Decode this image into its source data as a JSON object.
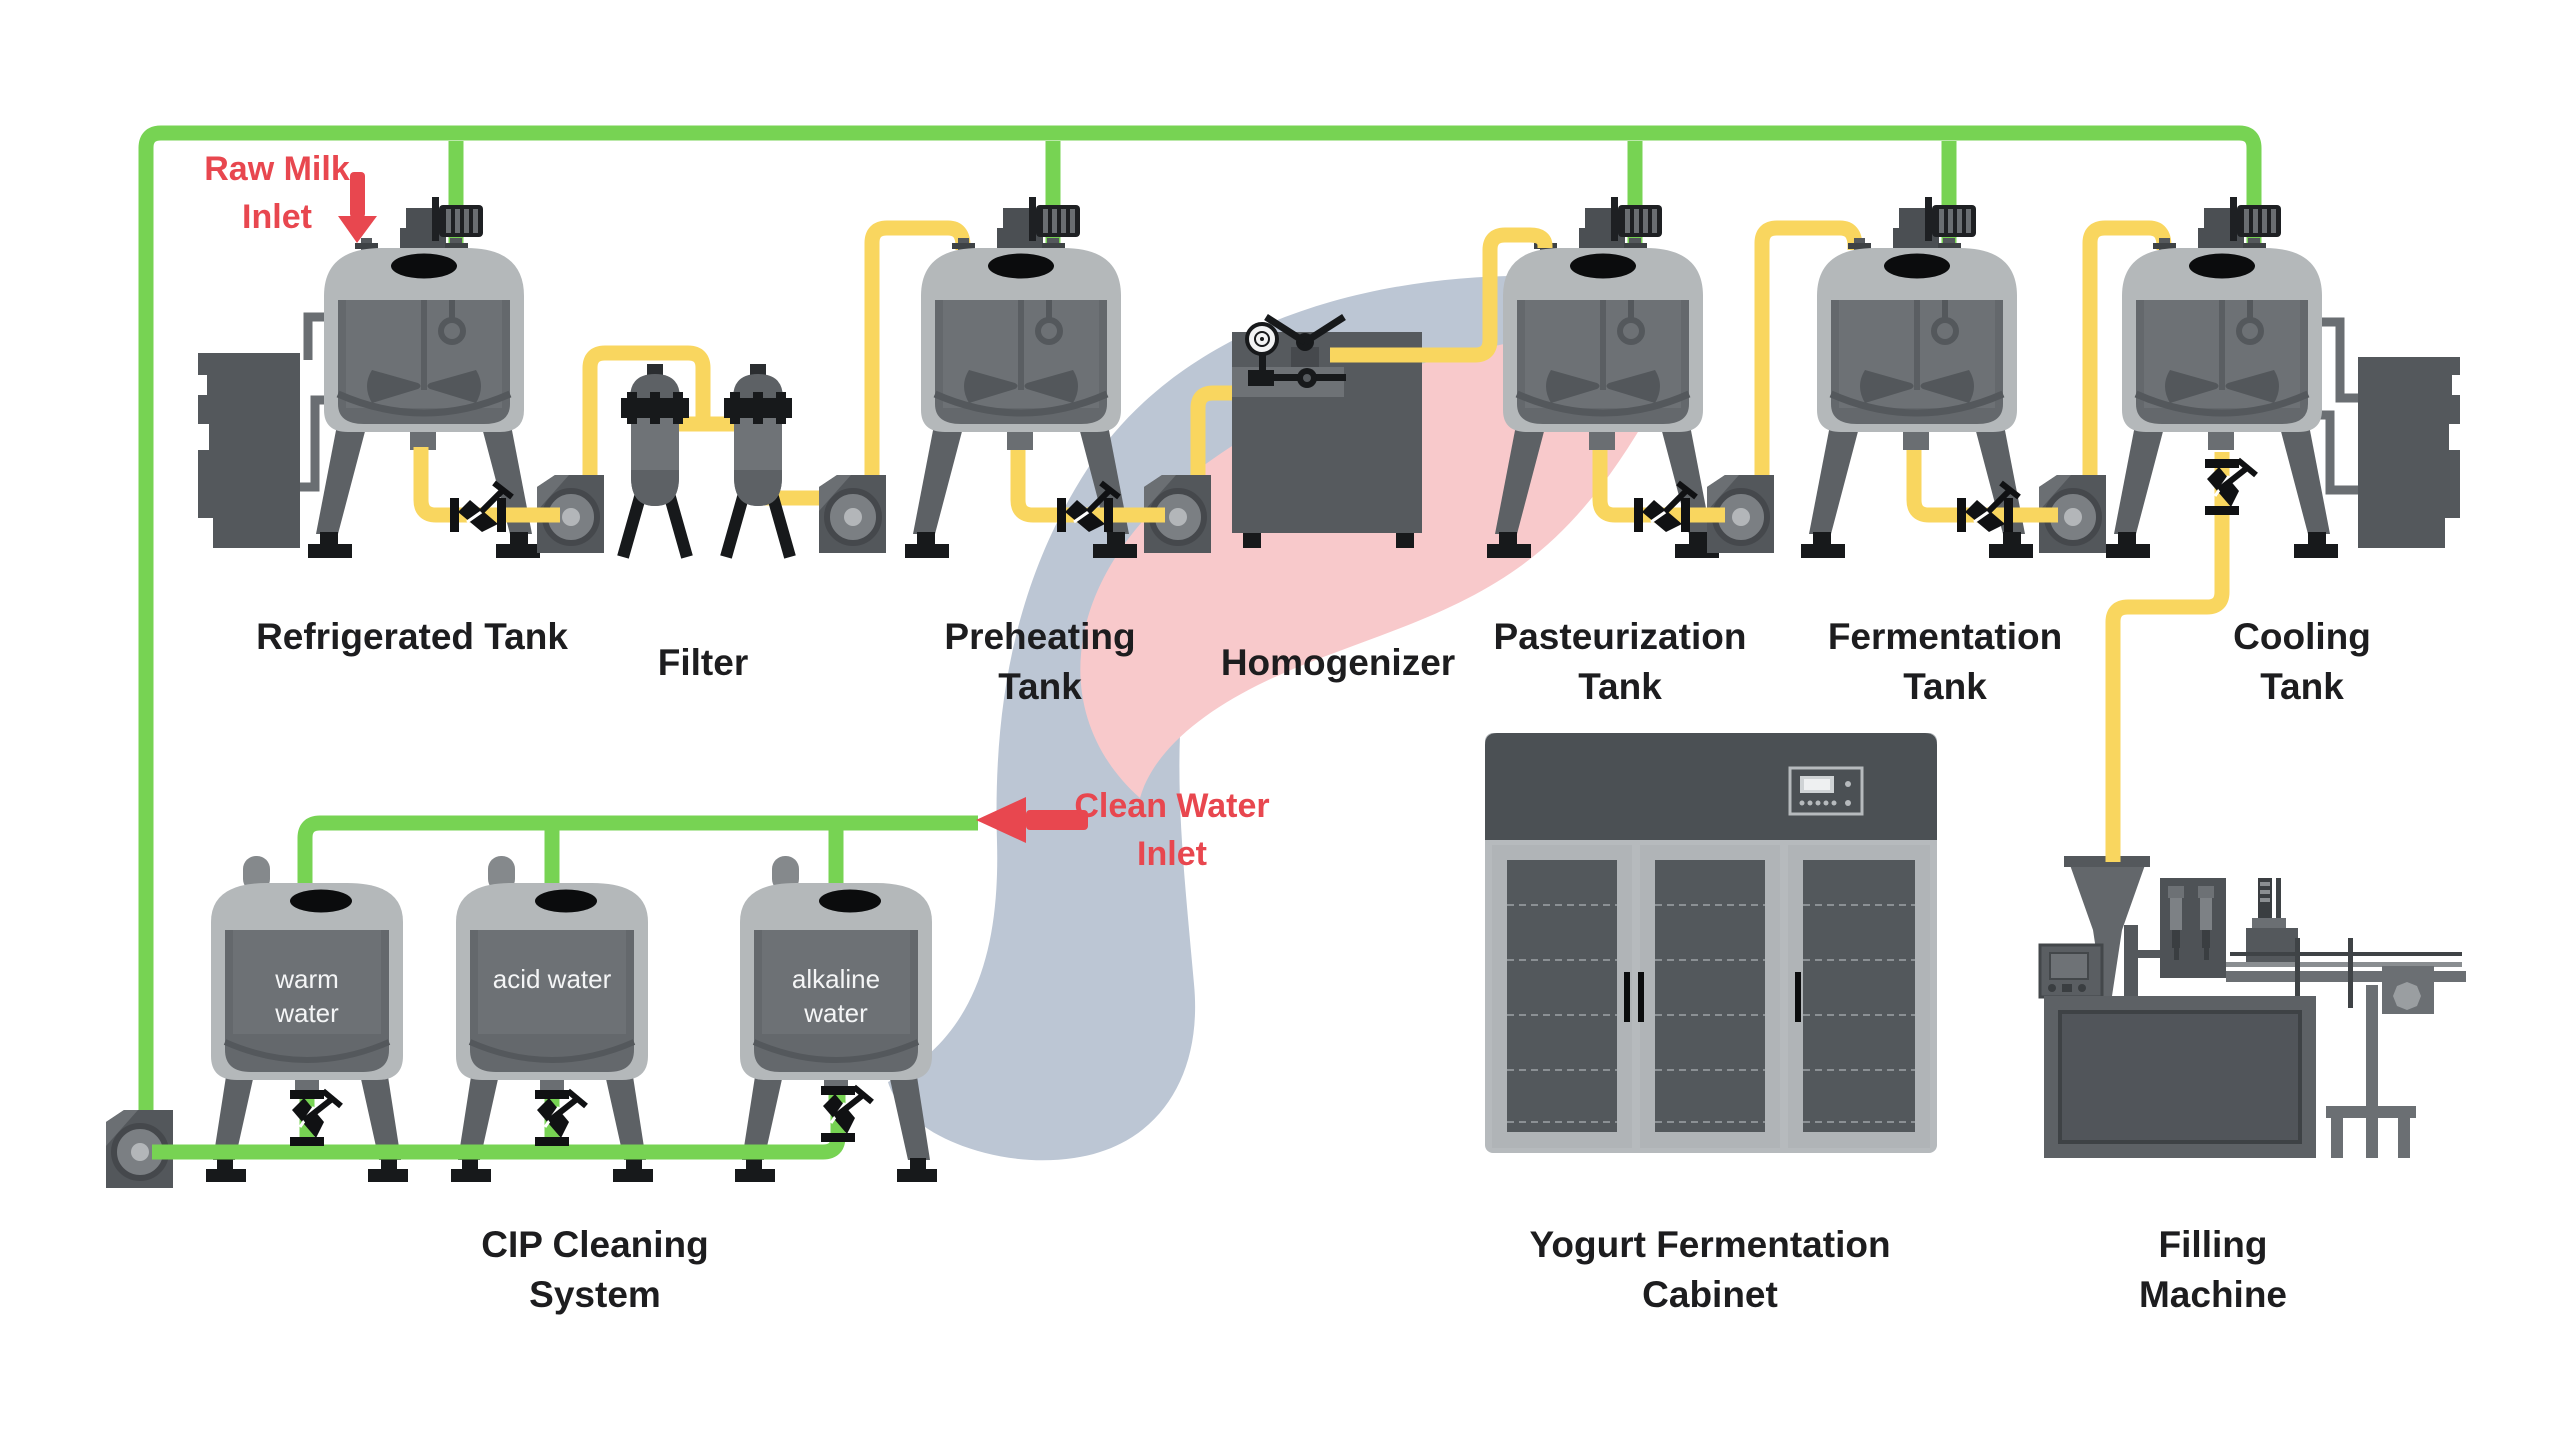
{
  "annotations": {
    "raw_milk_inlet": "Raw Milk Inlet",
    "clean_water_inlet": "Clean Water Inlet"
  },
  "equipment_labels": {
    "refrigerated_tank": "Refrigerated Tank",
    "filter": "Filter",
    "preheating_tank": "Preheating Tank",
    "homogenizer": "Homogenizer",
    "pasteurization_tank": "Pasteurization Tank",
    "fermentation_tank": "Fermentation Tank",
    "cooling_tank": "Cooling Tank",
    "cip_cleaning_system": "CIP Cleaning System",
    "yogurt_fermentation_cabinet": "Yogurt Fermentation Cabinet",
    "filling_machine": "Filling Machine"
  },
  "cip_tanks": [
    {
      "label": "warm water"
    },
    {
      "label": "acid water"
    },
    {
      "label": "alkaline water"
    }
  ],
  "colors": {
    "product_pipe_yellow": "#f9d65f",
    "water_pipe_green": "#77d353",
    "annotation_red": "#e8474f",
    "swirl_blue": "#bcc6d4",
    "swirl_pink": "#f8c9cb"
  }
}
